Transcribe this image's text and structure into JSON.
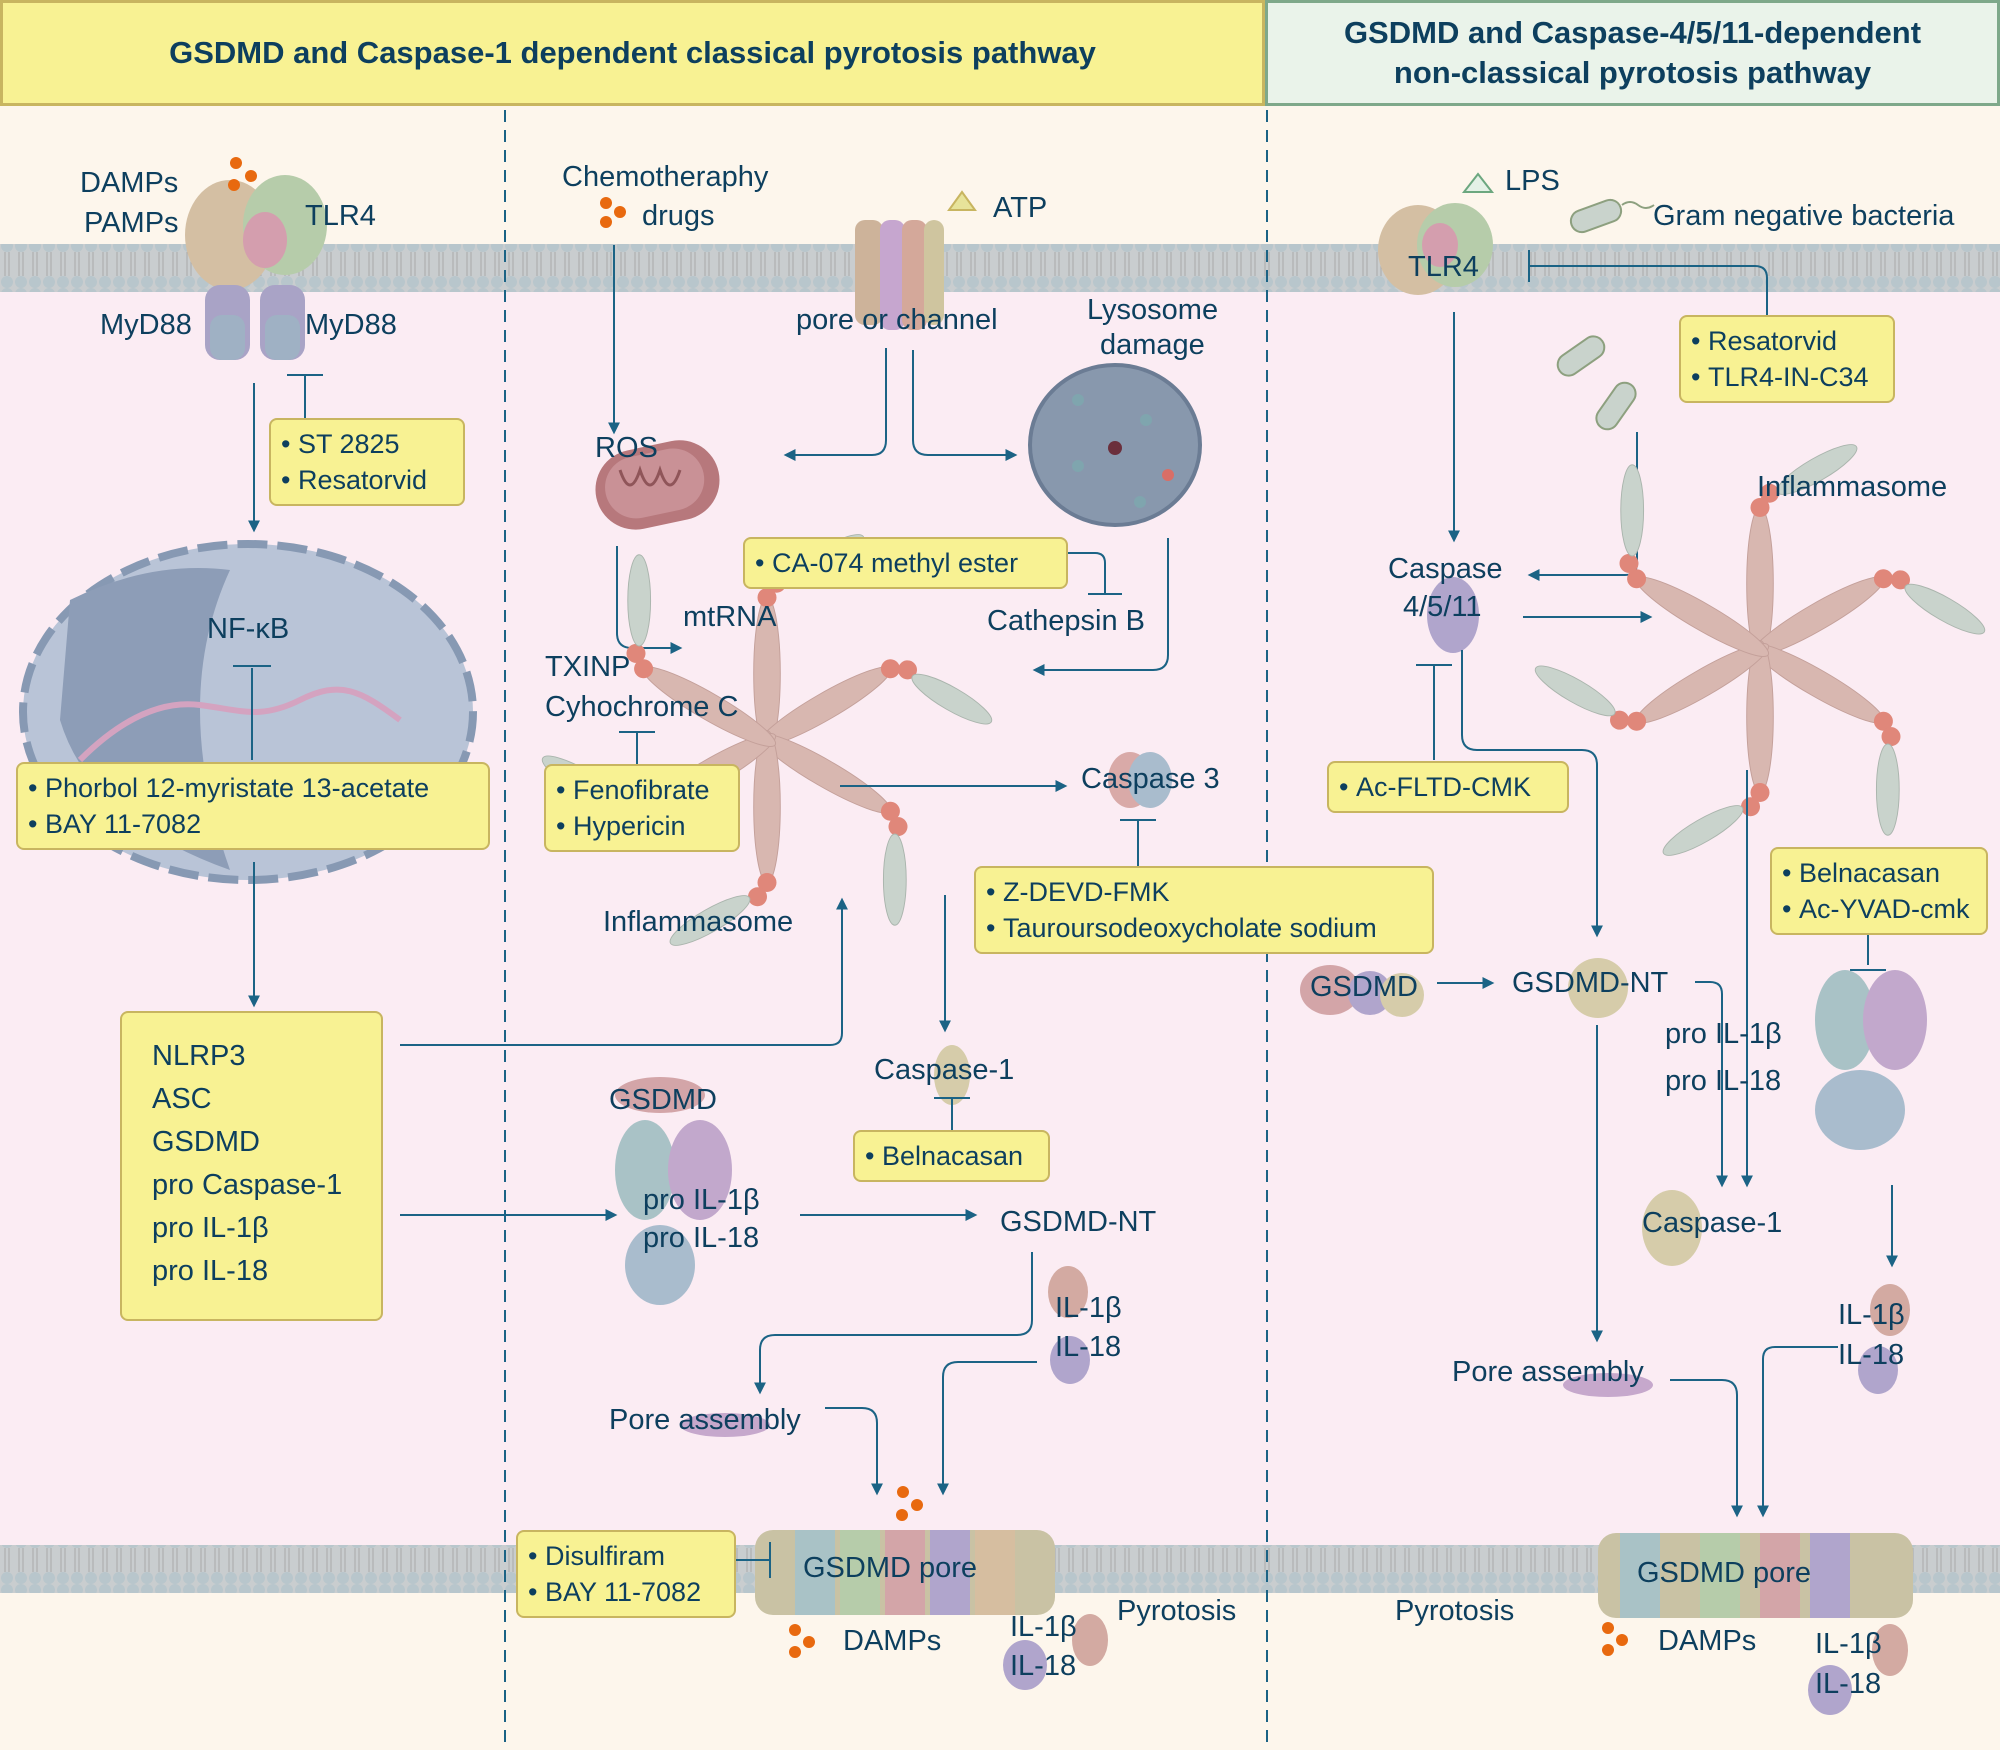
{
  "headers": {
    "classical": "GSDMD and Caspase-1 dependent classical pyrotosis pathway",
    "nonclassical_line1": "GSDMD and Caspase-4/5/11-dependent",
    "nonclassical_line2": "non-classical pyrotosis pathway"
  },
  "colors": {
    "text": "#0d3f5e",
    "arrow": "#1b6385",
    "inhibitor_box": "#f8f293",
    "inhibitor_border": "#c8b560",
    "extracellular": "#fdf6ec",
    "cytoplasm": "#fbecf3",
    "damps_dot": "#e8690f"
  },
  "panel1": {
    "damps": "DAMPs",
    "pamps": "PAMPs",
    "tlr4": "TLR4",
    "myd88_left": "MyD88",
    "myd88_right": "MyD88",
    "inhibitors_tlr4": [
      "ST 2825",
      "Resatorvid"
    ],
    "nfkb": "NF-κB",
    "inhibitors_nfkb": [
      "Phorbol 12-myristate 13-acetate",
      "BAY 11-7082"
    ],
    "components": [
      "NLRP3",
      "ASC",
      "GSDMD",
      "pro Caspase-1",
      "pro IL-1β",
      "pro IL-18"
    ]
  },
  "panel2": {
    "chemo_line1": "Chemotheraphy",
    "chemo_line2": "drugs",
    "atp": "ATP",
    "pore_channel": "pore or channel",
    "lysosome_line1": "Lysosome",
    "lysosome_line2": "damage",
    "ros": "ROS",
    "inhibitors_cathepsin": [
      "CA-074 methyl ester"
    ],
    "mtrna": "mtRNA",
    "cathepsin_b": "Cathepsin B",
    "txinp": "TXINP",
    "cytochrome": "Cyhochrome C",
    "inhibitors_txinp": [
      "Fenofibrate",
      "Hypericin"
    ],
    "caspase3": "Caspase 3",
    "inhibitors_caspase3": [
      "Z-DEVD-FMK",
      "Tauroursodeoxycholate sodium"
    ],
    "inflammasome": "Inflammasome",
    "caspase1": "Caspase-1",
    "inhibitors_caspase1": [
      "Belnacasan"
    ],
    "gsdmd": "GSDMD",
    "pro_il1b": "pro IL-1β",
    "pro_il18": "pro IL-18",
    "gsdmd_nt": "GSDMD-NT",
    "il1b": "IL-1β",
    "il18": "IL-18",
    "pore_assembly": "Pore assembly",
    "inhibitors_pore": [
      "Disulfiram",
      "BAY 11-7082"
    ],
    "gsdmd_pore": "GSDMD pore",
    "damps_out": "DAMPs",
    "il1b_out": "IL-1β",
    "il18_out": "IL-18",
    "pyrotosis": "Pyrotosis"
  },
  "panel3": {
    "lps": "LPS",
    "bacteria": "Gram negative bacteria",
    "tlr4": "TLR4",
    "inhibitors_tlr4": [
      "Resatorvid",
      "TLR4-IN-C34"
    ],
    "inflammasome": "Inflammasome",
    "caspase_line1": "Caspase",
    "caspase_line2": "4/5/11",
    "inhibitors_caspase": [
      "Ac-FLTD-CMK"
    ],
    "inhibitors_caspase1": [
      "Belnacasan",
      "Ac-YVAD-cmk"
    ],
    "gsdmd": "GSDMD",
    "gsdmd_nt": "GSDMD-NT",
    "pro_il1b": "pro IL-1β",
    "pro_il18": "pro IL-18",
    "caspase1": "Caspase-1",
    "il1b": "IL-1β",
    "il18": "IL-18",
    "pore_assembly": "Pore assembly",
    "gsdmd_pore": "GSDMD pore",
    "pyrotosis": "Pyrotosis",
    "damps_out": "DAMPs",
    "il1b_out": "IL-1β",
    "il18_out": "IL-18"
  }
}
